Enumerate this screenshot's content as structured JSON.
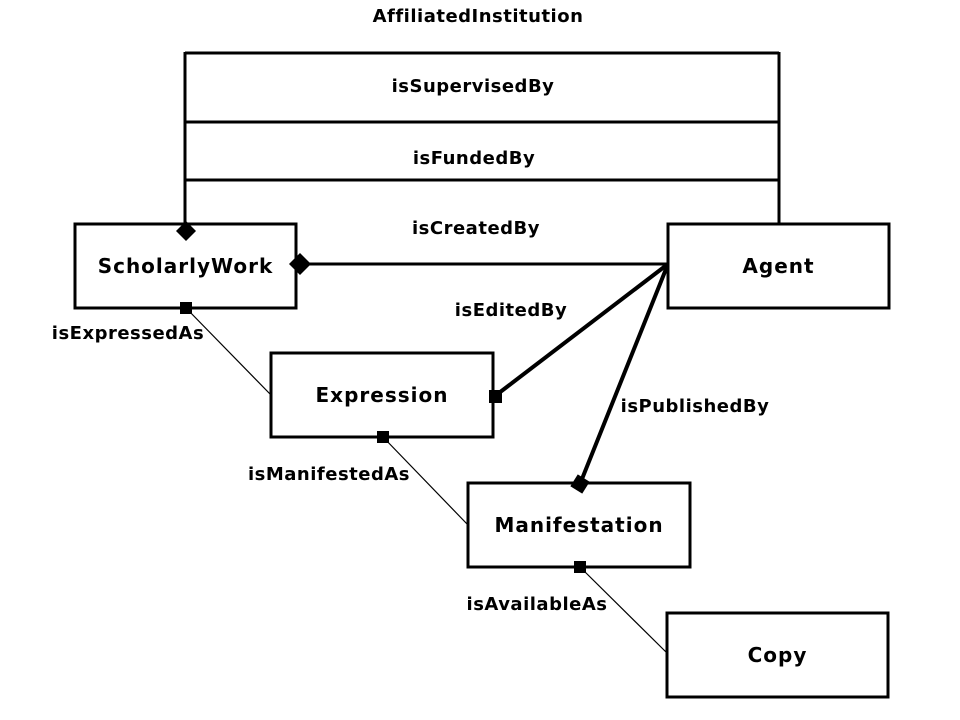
{
  "diagram": {
    "kind": "entity-relationship-diagram",
    "colors": {
      "background": "#ffffff",
      "line": "#000000",
      "text": "#000000",
      "node_fill": "#ffffff"
    }
  },
  "nodes": {
    "scholarly_work": {
      "label": "ScholarlyWork"
    },
    "agent": {
      "label": "Agent"
    },
    "expression": {
      "label": "Expression"
    },
    "manifestation": {
      "label": "Manifestation"
    },
    "copy": {
      "label": "Copy"
    }
  },
  "relations": {
    "affiliated_institution": {
      "label": "AffiliatedInstitution",
      "from": "ScholarlyWork",
      "to": "Agent"
    },
    "is_supervised_by": {
      "label": "isSupervisedBy",
      "from": "ScholarlyWork",
      "to": "Agent"
    },
    "is_funded_by": {
      "label": "isFundedBy",
      "from": "ScholarlyWork",
      "to": "Agent"
    },
    "is_created_by": {
      "label": "isCreatedBy",
      "from": "ScholarlyWork",
      "to": "Agent"
    },
    "is_expressed_as": {
      "label": "isExpressedAs",
      "from": "ScholarlyWork",
      "to": "Expression"
    },
    "is_edited_by": {
      "label": "isEditedBy",
      "from": "Expression",
      "to": "Agent"
    },
    "is_manifested_as": {
      "label": "isManifestedAs",
      "from": "Expression",
      "to": "Manifestation"
    },
    "is_published_by": {
      "label": "isPublishedBy",
      "from": "Manifestation",
      "to": "Agent"
    },
    "is_available_as": {
      "label": "isAvailableAs",
      "from": "Manifestation",
      "to": "Copy"
    }
  }
}
